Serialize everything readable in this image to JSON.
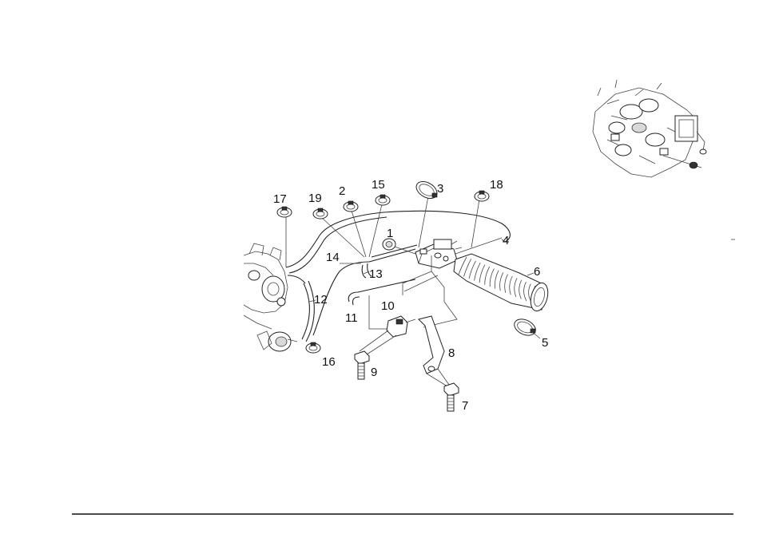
{
  "diagram": {
    "callouts": [
      {
        "id": "1",
        "text": "1"
      },
      {
        "id": "2",
        "text": "2"
      },
      {
        "id": "3",
        "text": "3"
      },
      {
        "id": "4",
        "text": "4"
      },
      {
        "id": "5",
        "text": "5"
      },
      {
        "id": "6",
        "text": "6"
      },
      {
        "id": "7",
        "text": "7"
      },
      {
        "id": "8",
        "text": "8"
      },
      {
        "id": "9",
        "text": "9"
      },
      {
        "id": "10",
        "text": "10"
      },
      {
        "id": "11",
        "text": "11"
      },
      {
        "id": "12",
        "text": "12"
      },
      {
        "id": "13",
        "text": "13"
      },
      {
        "id": "14",
        "text": "14"
      },
      {
        "id": "15",
        "text": "15"
      },
      {
        "id": "16",
        "text": "16"
      },
      {
        "id": "17",
        "text": "17"
      },
      {
        "id": "18",
        "text": "18"
      },
      {
        "id": "19",
        "text": "19"
      }
    ]
  },
  "colors": {
    "line": "#222222",
    "background": "#ffffff"
  }
}
